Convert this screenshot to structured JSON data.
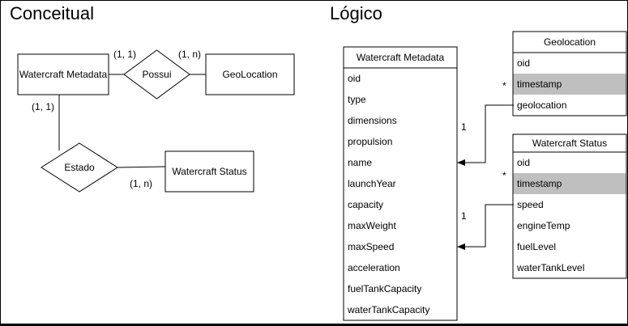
{
  "headings": {
    "conceptual": "Conceitual",
    "logical": "Lógico"
  },
  "conceptual": {
    "entities": {
      "metadata": "Watercraft Metadata",
      "geolocation": "GeoLocation",
      "status": "Watercraft Status"
    },
    "relationships": {
      "possui": "Possui",
      "estado": "Estado"
    },
    "cardinalities": {
      "metadata_possui": "(1, 1)",
      "possui_geolocation": "(1, n)",
      "metadata_estado": "(1, 1)",
      "estado_status": "(1, n)"
    }
  },
  "logical": {
    "metadata_table": {
      "title": "Watercraft Metadata",
      "fields": [
        "oid",
        "type",
        "dimensions",
        "propulsion",
        "name",
        "launchYear",
        "capacity",
        "maxWeight",
        "maxSpeed",
        "acceleration",
        "fuelTankCapacity",
        "waterTankCapacity"
      ]
    },
    "geolocation_table": {
      "title": "Geolocation",
      "fields": [
        "oid",
        "timestamp",
        "geolocation"
      ],
      "highlighted_field": "timestamp"
    },
    "status_table": {
      "title": "Watercraft Status",
      "fields": [
        "oid",
        "timestamp",
        "speed",
        "engineTemp",
        "fuelLevel",
        "waterTankLevel"
      ],
      "highlighted_field": "timestamp"
    },
    "cardinalities": {
      "geolocation_one": "1",
      "geolocation_many": "*",
      "status_one": "1",
      "status_many": "*"
    }
  },
  "colors": {
    "line": "#000000",
    "highlight": "#bfbfbf",
    "background": "#ffffff"
  }
}
